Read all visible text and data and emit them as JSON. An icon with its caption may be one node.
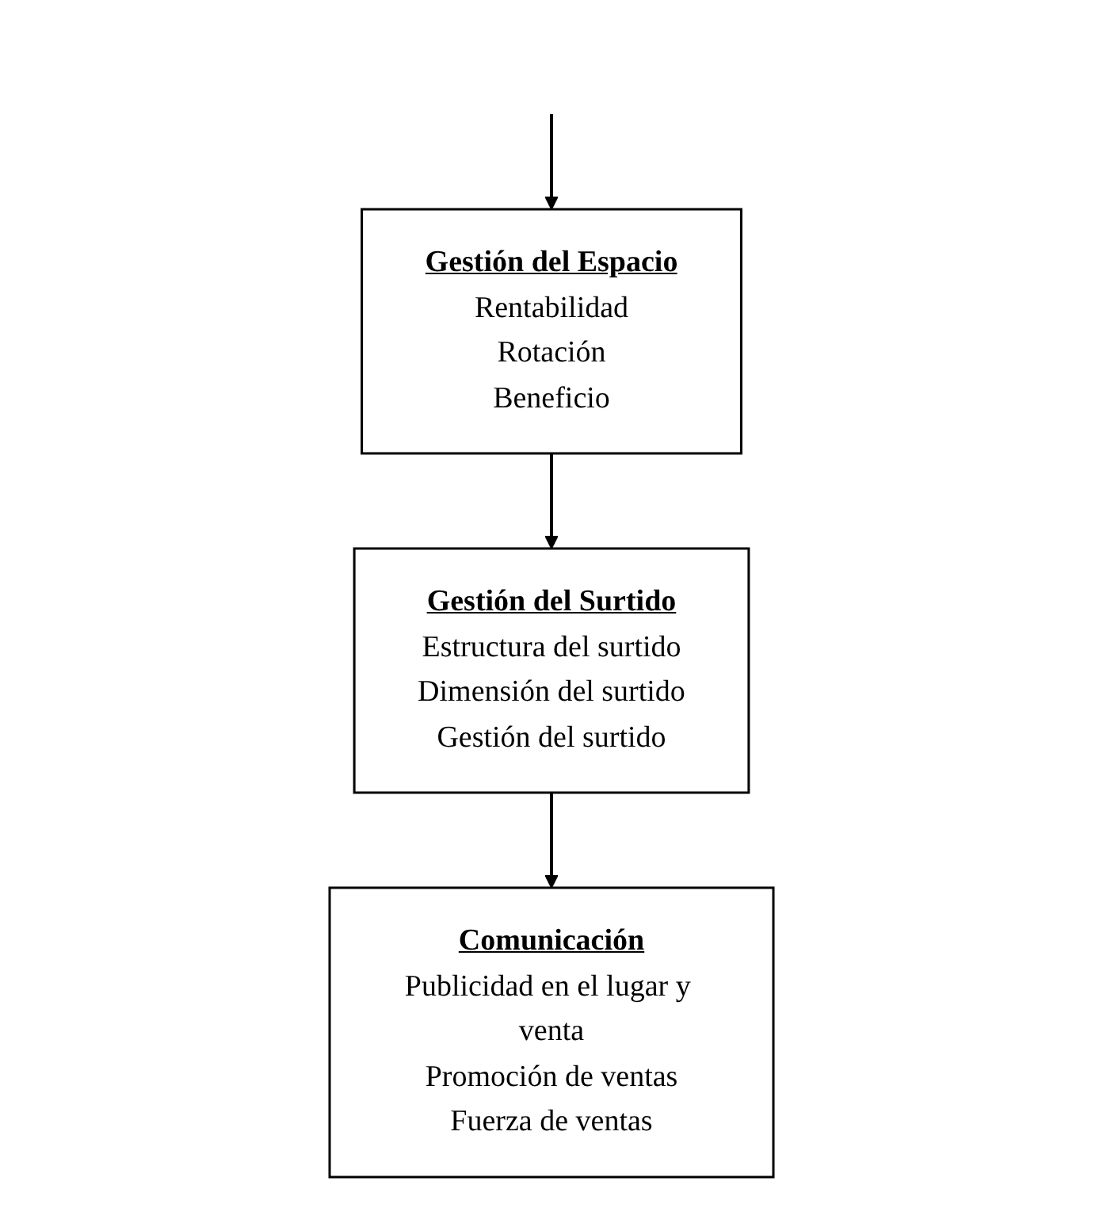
{
  "diagram": {
    "nodes": [
      {
        "text": [
          "Gestión del Espacio",
          "Rentabilidad",
          "Rotación",
          "Beneficio"
        ]
      },
      {
        "text": [
          "Gestión del Surtido",
          "Estructura del surtido",
          "Dimensión del surtido",
          "Gestión del surtido"
        ]
      },
      {
        "text": [
          "Comunicación",
          "Publicidad en el lugar y venta",
          "Promoción de ventas",
          "Fuerza de ventas"
        ]
      }
    ],
    "edges": [
      {
        "from": null,
        "to": 0,
        "arrow": "to"
      },
      {
        "from": 0,
        "to": 1,
        "arrow": "to"
      },
      {
        "from": 1,
        "to": 2,
        "arrow": "to"
      }
    ]
  }
}
